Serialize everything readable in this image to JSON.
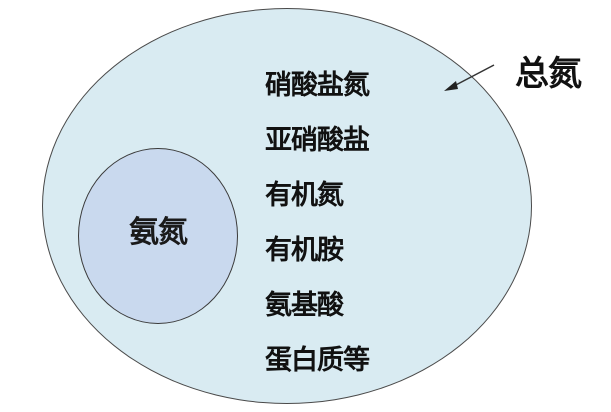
{
  "diagram": {
    "type": "nested-sets",
    "outer_set": {
      "label": "总氮",
      "fill": "#d9ebf2"
    },
    "inner_set": {
      "label": "氨氮",
      "fill": "#c9d9ee"
    },
    "outer_members": [
      "硝酸盐氮",
      "亚硝酸盐",
      "有机氮",
      "有机胺",
      "氨基酸",
      "蛋白质等"
    ],
    "arrow": {
      "from": "总氮",
      "to": "outer_set"
    }
  }
}
